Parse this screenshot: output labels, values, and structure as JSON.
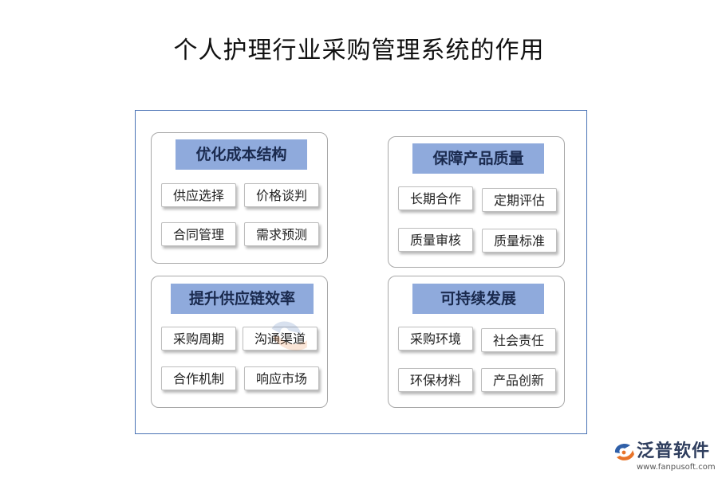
{
  "title": "个人护理行业采购管理系统的作用",
  "groups": [
    {
      "title": "优化成本结构",
      "items": [
        "供应选择",
        "价格谈判",
        "合同管理",
        "需求预测"
      ]
    },
    {
      "title": "保障产品质量",
      "items": [
        "长期合作",
        "定期评估",
        "质量审核",
        "质量标准"
      ]
    },
    {
      "title": "提升供应链效率",
      "items": [
        "采购周期",
        "沟通渠道",
        "合作机制",
        "响应市场"
      ]
    },
    {
      "title": "可持续发展",
      "items": [
        "采购环境",
        "社会责任",
        "环保材料",
        "产品创新"
      ]
    }
  ],
  "logo": {
    "name": "泛普软件",
    "url": "www.fanpusoft.com"
  },
  "colors": {
    "frame_border": "#4a73b5",
    "group_title_bg": "#8faadc",
    "group_title_text": "#1a2a4e",
    "logo_orange": "#e8742a",
    "logo_blue": "#2f5fa8"
  }
}
